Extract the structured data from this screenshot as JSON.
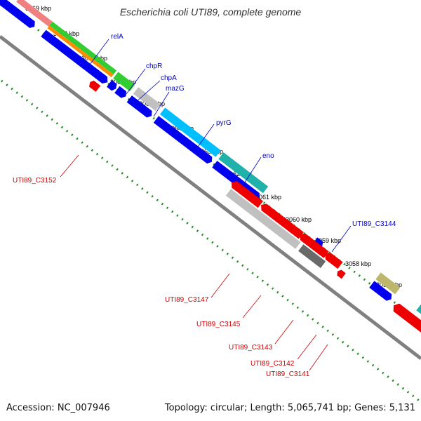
{
  "title": "Escherichia coli UTI89, complete genome",
  "footer": {
    "accession": "Accession: NC_007946",
    "topology": "Topology: circular; Length: 5,065,741 bp; Genes: 5,131"
  },
  "ruler_ticks": [
    "3069 kbp",
    "3068 kbp",
    "3067 kbp",
    "3066 kbp",
    "3065 kbp",
    "3064 kbp",
    "3063 kbp",
    "3062 kbp",
    "3061 kbp",
    "3060 kbp",
    "3059 kbp",
    "3058 kbp",
    "3057 kbp"
  ],
  "blue_gene_labels": [
    "relA",
    "chpR",
    "chpA",
    "mazG",
    "pyrG",
    "eno",
    "UTI89_C3144"
  ],
  "red_gene_labels": [
    "UTI89_C3152",
    "UTI89_C3147",
    "UTI89_C3145",
    "UTI89_C3143",
    "UTI89_C3142",
    "UTI89_C3141"
  ],
  "colors": {
    "forward_gene": "#0000ee",
    "reverse_gene": "#ee0000",
    "backbone": "#808080",
    "tick": "#228b22",
    "label_blue": "#0000cc",
    "label_red": "#cc0000",
    "feature_salmon": "#f08080",
    "feature_orange": "#ff8c00",
    "feature_green": "#32cd32",
    "feature_grey": "#c0c0c0",
    "feature_cyan": "#00bfff",
    "feature_teal": "#20b2aa",
    "feature_olive": "#bdb76b",
    "feature_darkgrey": "#696969"
  }
}
